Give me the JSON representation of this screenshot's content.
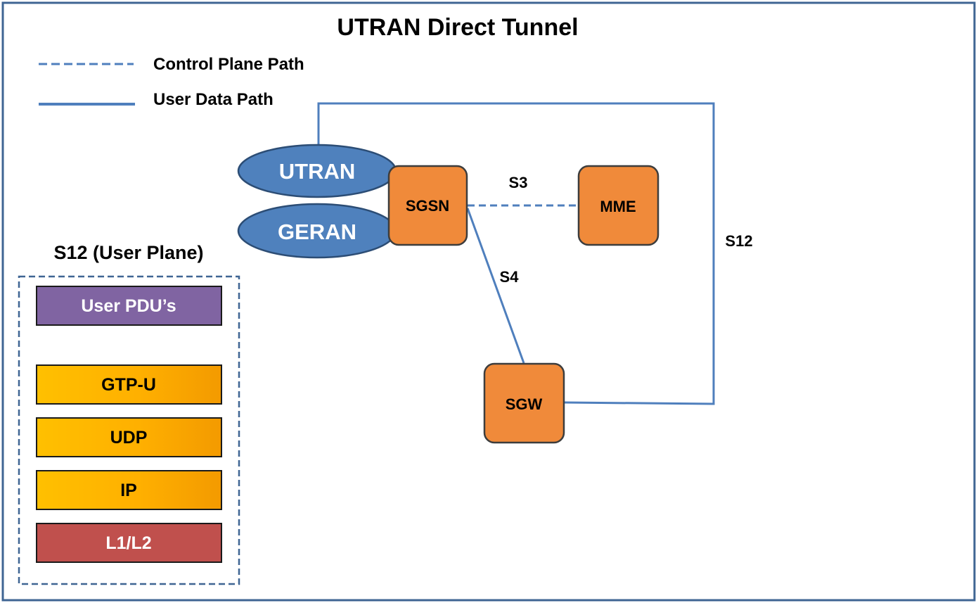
{
  "title": "UTRAN Direct Tunnel",
  "legend": {
    "control_plane": "Control Plane Path",
    "user_data": "User Data Path"
  },
  "nodes": {
    "utran": "UTRAN",
    "geran": "GERAN",
    "sgsn": "SGSN",
    "mme": "MME",
    "sgw": "SGW"
  },
  "interfaces": {
    "s3": "S3",
    "s4": "S4",
    "s12": "S12"
  },
  "stack": {
    "title": "S12 (User Plane)",
    "layers": [
      "User PDU’s",
      "GTP-U",
      "UDP",
      "IP",
      "L1/L2"
    ]
  },
  "colors": {
    "border": "#3f6593",
    "path": "#4f7fbd",
    "ellipse_fill": "#4f81bd",
    "ellipse_stroke": "#2c4d75",
    "node_fill": "#f08a3a",
    "node_stroke": "#3d3d3d",
    "pdu_fill": "#8064a2",
    "gtp_fill": "#ffb000",
    "l1l2_fill": "#c0504d"
  }
}
